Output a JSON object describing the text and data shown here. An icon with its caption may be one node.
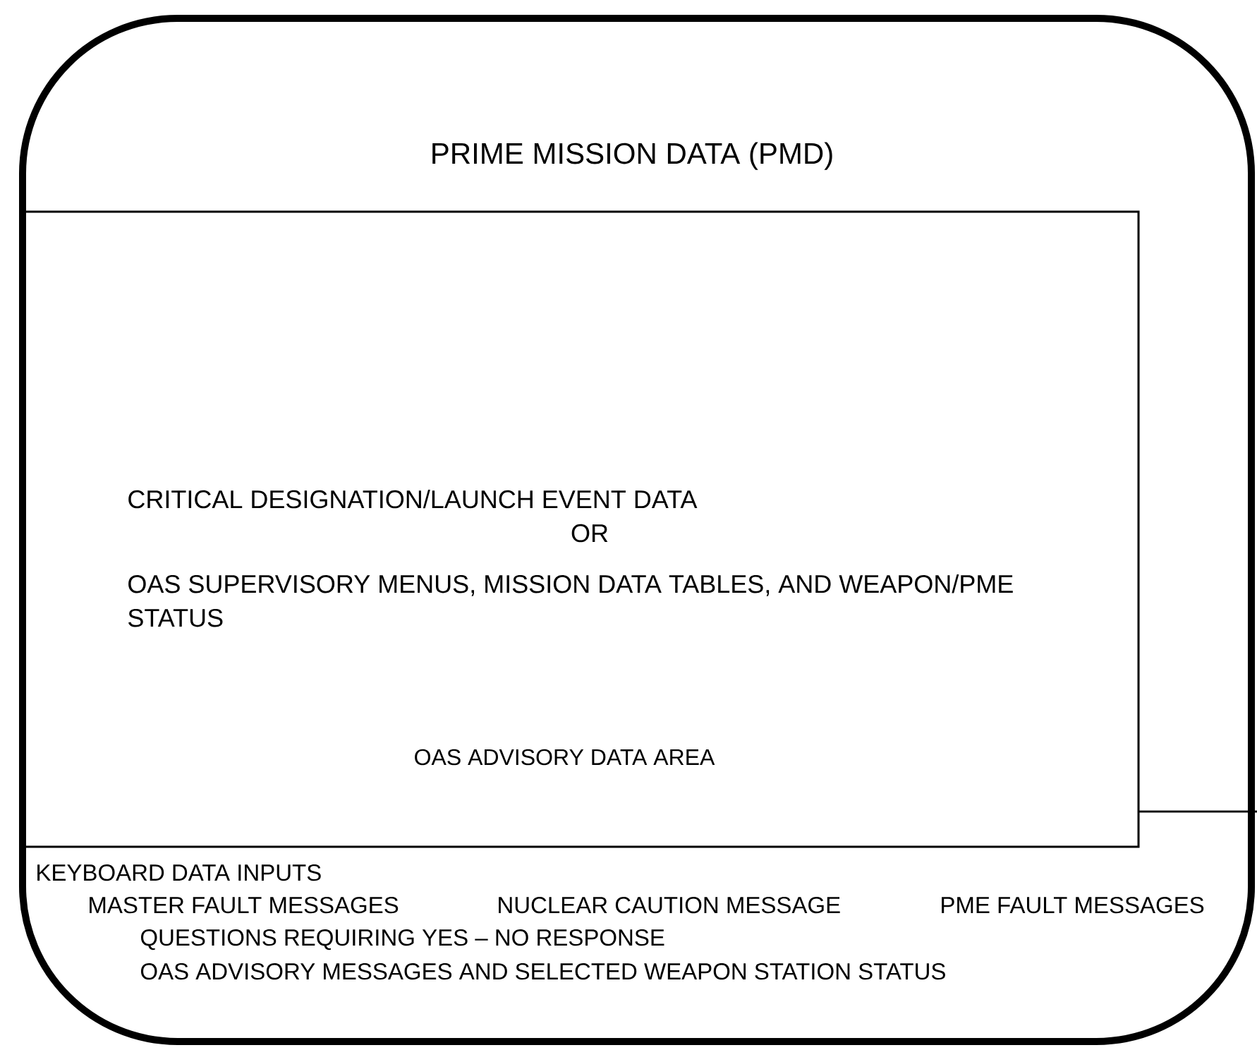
{
  "diagram": {
    "nodes": [
      {
        "text": [
          "PRIME MISSION DATA (PMD)"
        ]
      },
      {
        "text": [
          "CRITICAL DESIGNATION/LAUNCH EVENT DATA",
          "OR",
          "OAS SUPERVISORY MENUS, MISSION DATA TABLES, AND WEAPON/PME STATUS",
          "OAS ADVISORY DATA AREA"
        ],
        "in": 0
      }
    ],
    "edges": [],
    "labels": [
      "KEYBOARD DATA INPUTS",
      "MASTER FAULT MESSAGES",
      "NUCLEAR CAUTION MESSAGE",
      "PME FAULT MESSAGES",
      "QUESTIONS REQUIRING YES – NO RESPONSE",
      "OAS ADVISORY MESSAGES AND SELECTED WEAPON STATION STATUS"
    ]
  }
}
